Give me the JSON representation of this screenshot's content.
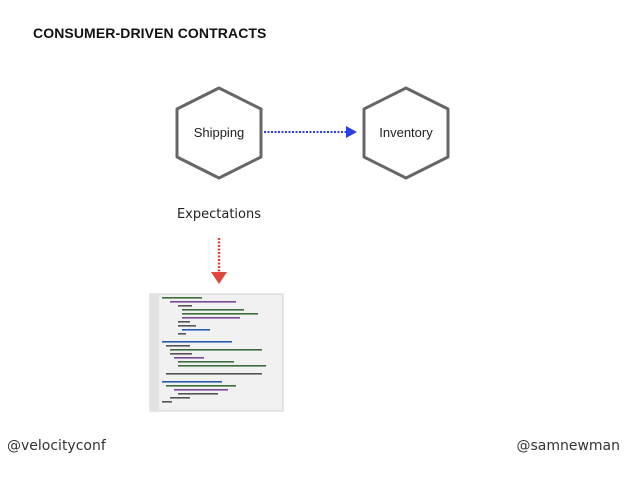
{
  "slide": {
    "title": "CONSUMER-DRIVEN CONTRACTS",
    "footer_left": "@velocityconf",
    "footer_right": "@samnewman"
  },
  "diagram": {
    "nodes": [
      {
        "id": "shipping",
        "label": "Shipping"
      },
      {
        "id": "inventory",
        "label": "Inventory"
      }
    ],
    "expectations_label": "Expectations",
    "colors": {
      "hexagon_stroke": "#666666",
      "call_arrow": "#2a3fe0",
      "expectation_arrow": "#e0463c"
    }
  }
}
